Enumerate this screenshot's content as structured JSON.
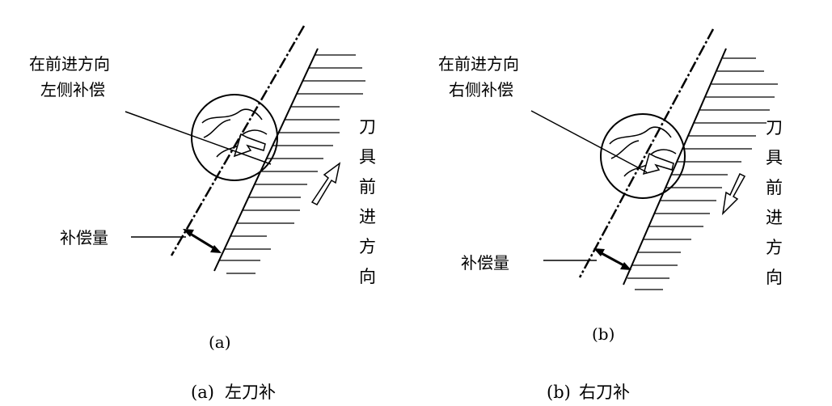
{
  "left_panel": {
    "label_line1": "在前进方向",
    "label_line2": "左侧补偿",
    "compensation_label": "补偿量",
    "tool_direction_chars": [
      "刀",
      "具",
      "前",
      "进",
      "方",
      "向"
    ],
    "sub_label": "(a)",
    "caption_prefix": "(a)",
    "caption_text": "左刀补"
  },
  "right_panel": {
    "label_line1": "在前进方向",
    "label_line2": "右侧补偿",
    "compensation_label": "补偿量",
    "tool_direction_chars": [
      "刀",
      "具",
      "前",
      "进",
      "方",
      "向"
    ],
    "sub_label": "(b)",
    "caption_prefix": "(b)",
    "caption_text": "右刀补"
  }
}
